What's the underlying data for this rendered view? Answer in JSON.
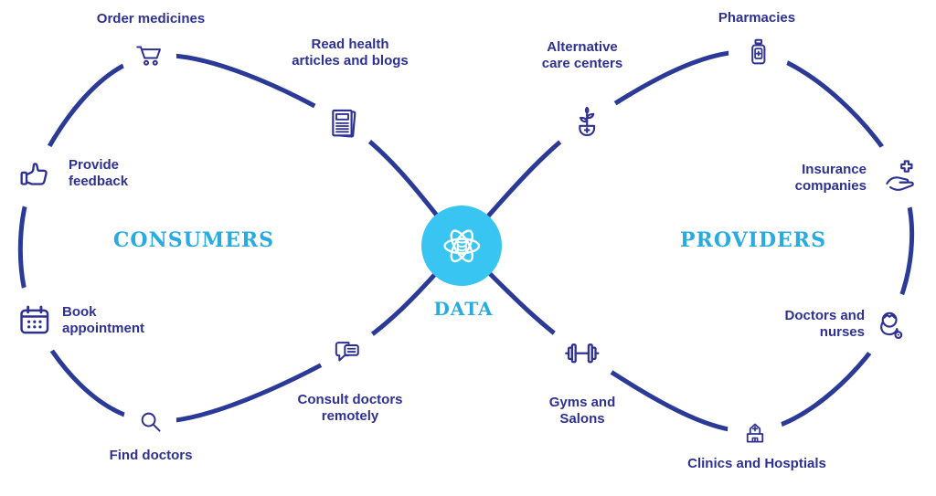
{
  "colors": {
    "navy_text": "#2e3192",
    "line_navy": "#2b3a96",
    "cyan_accent": "#29abe2",
    "center_circle_fill": "#38c5f2"
  },
  "center": {
    "label": "DATA",
    "icon": "atom-database-icon"
  },
  "consumers": {
    "title": "CONSUMERS",
    "nodes": {
      "order_medicines": {
        "label": "Order medicines",
        "icon": "shopping-cart-icon"
      },
      "read_health": {
        "label": "Read health\narticles and blogs",
        "icon": "news-article-icon"
      },
      "provide_feedback": {
        "label": "Provide\nfeedback",
        "icon": "thumbs-up-icon"
      },
      "book_appointment": {
        "label": "Book\nappointment",
        "icon": "calendar-icon"
      },
      "find_doctors": {
        "label": "Find doctors",
        "icon": "search-icon"
      },
      "consult_doctors": {
        "label": "Consult doctors\nremotely",
        "icon": "chat-bubbles-icon"
      }
    }
  },
  "providers": {
    "title": "PROVIDERS",
    "nodes": {
      "pharmacies": {
        "label": "Pharmacies",
        "icon": "medicine-bottle-icon"
      },
      "alternative_care": {
        "label": "Alternative\ncare centers",
        "icon": "potted-plant-icon"
      },
      "insurance": {
        "label": "Insurance\ncompanies",
        "icon": "hand-cross-icon"
      },
      "doctors_nurses": {
        "label": "Doctors and\nnurses",
        "icon": "doctor-stethoscope-icon"
      },
      "clinics": {
        "label": "Clinics and Hosptials",
        "icon": "hospital-icon"
      },
      "gyms": {
        "label": "Gyms and\nSalons",
        "icon": "dumbbell-icon"
      }
    }
  }
}
